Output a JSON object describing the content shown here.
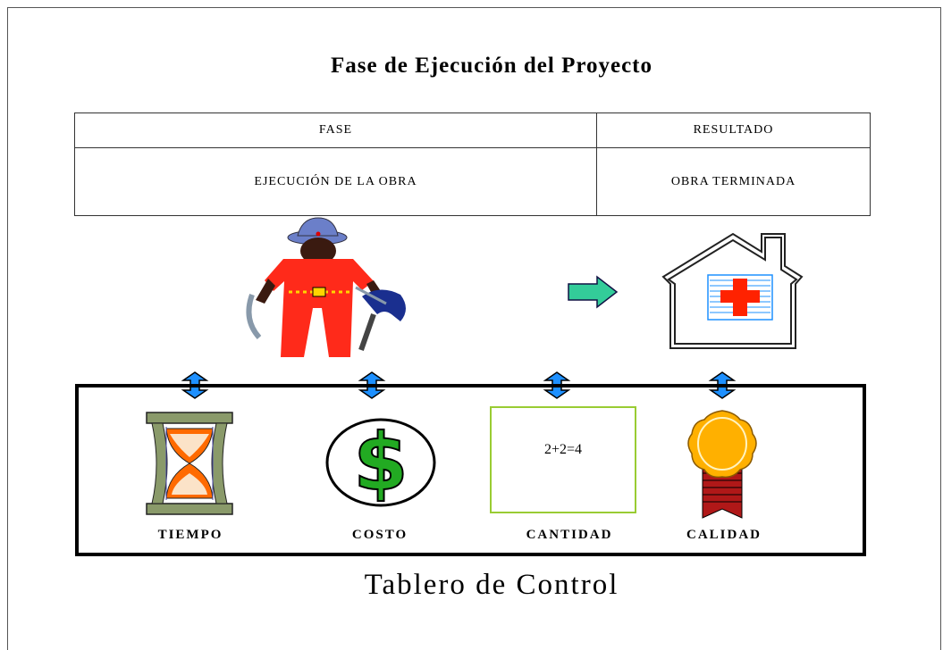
{
  "title": "Fase de Ejecución del Proyecto",
  "table": {
    "headers": [
      "FASE",
      "RESULTADO"
    ],
    "row": [
      "EJECUCIÓN DE LA OBRA",
      "OBRA TERMINADA"
    ]
  },
  "indicators": [
    {
      "label": "TIEMPO",
      "icon": "hourglass-icon"
    },
    {
      "label": "COSTO",
      "icon": "dollar-sign-icon"
    },
    {
      "label": "CANTIDAD",
      "icon": "calculation-box",
      "content": "2+2=4"
    },
    {
      "label": "CALIDAD",
      "icon": "medal-icon"
    }
  ],
  "caption": "Tablero de Control",
  "icons": {
    "worker": "construction-worker-icon",
    "arrow": "green-arrow-icon",
    "house": "clinic-house-icon",
    "connectors": "double-arrow-icon"
  },
  "colors": {
    "accent_blue": "#1e90ff",
    "arrow_green": "#33cc99",
    "dollar_green": "#22aa22",
    "red_cross": "#ff2200",
    "medal_gold": "#ffb000",
    "box_border": "#99cc33"
  }
}
